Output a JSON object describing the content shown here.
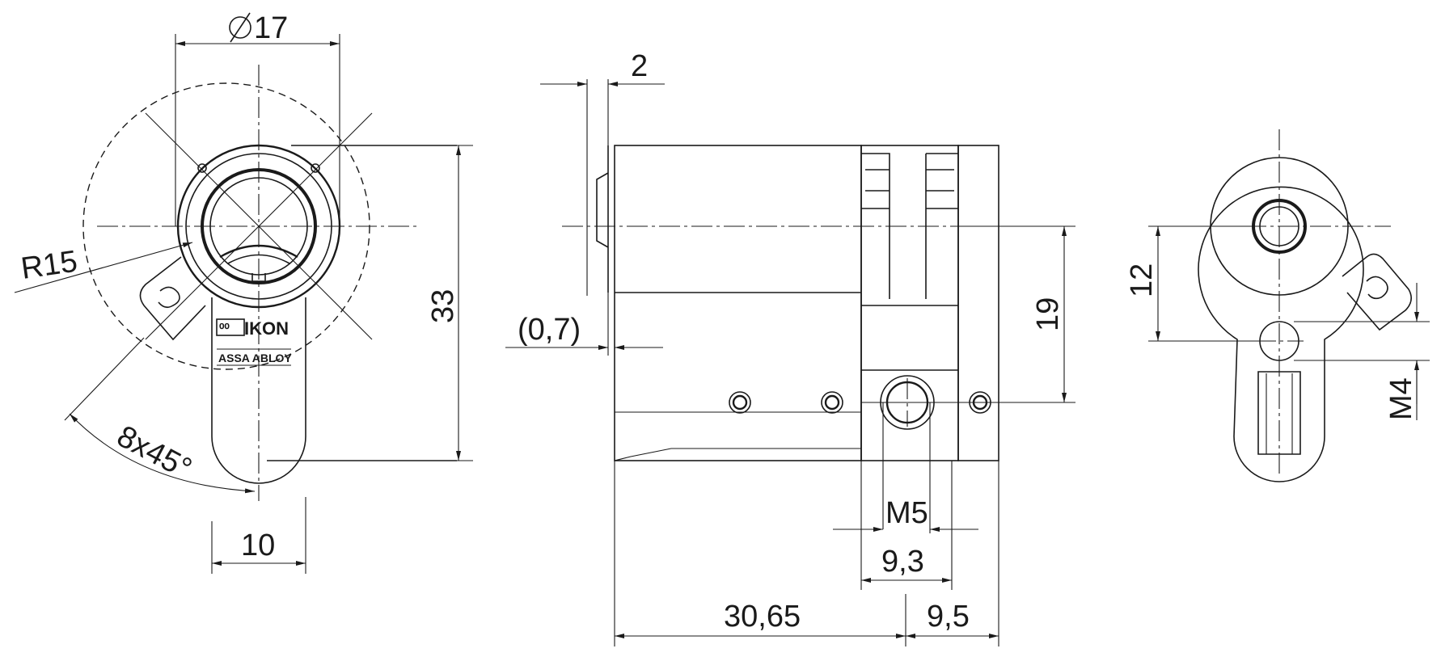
{
  "dimensions": {
    "diameter": "17",
    "radius": "R15",
    "height_total": "33",
    "width_bottom": "10",
    "chamfer": "8x45°",
    "gap_top": "2",
    "gap_side": "(0,7)",
    "height_mid": "19",
    "thread_m5": "M5",
    "width_93": "9,3",
    "length_main": "30,65",
    "length_end": "9,5",
    "height_12": "12",
    "thread_m4": "M4"
  },
  "logo": {
    "brand": "IKON",
    "mark": "⁰⁰",
    "company": "ASSA ABLOY"
  }
}
